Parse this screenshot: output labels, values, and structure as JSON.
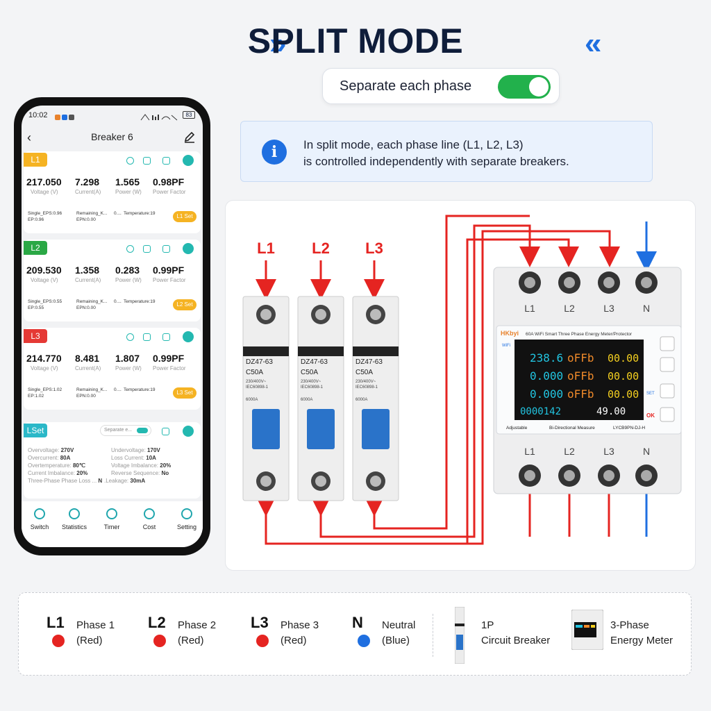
{
  "header": {
    "title": "SPLIT MODE",
    "toggle_label": "Separate each phase",
    "toggle_on": true
  },
  "info": {
    "line1": "In split mode, each phase line (L1, L2, L3)",
    "line2": "is controlled independently with separate breakers.",
    "icon": "info-icon"
  },
  "phone": {
    "status_time": "10:02",
    "battery": "83",
    "title": "Breaker 6",
    "cards": [
      {
        "tag": "L1",
        "tag_color": "#f5b323",
        "voltage": "217.050",
        "current": "7.298",
        "power": "1.565",
        "pf": "0.98PF",
        "u_v": "Voltage (V)",
        "u_c": "Current(A)",
        "u_p": "Power (W)",
        "u_pf": "Power Factor",
        "eps": "Single_EPS:0.96",
        "ep": "EP:0.96",
        "rem": "Remaining_K...",
        "epn": "EPN:0.00",
        "dots": "0....",
        "temp": "Temperature:19",
        "set": "L1 Set"
      },
      {
        "tag": "L2",
        "tag_color": "#2aa845",
        "voltage": "209.530",
        "current": "1.358",
        "power": "0.283",
        "pf": "0.99PF",
        "u_v": "Voltage (V)",
        "u_c": "Current(A)",
        "u_p": "Power (W)",
        "u_pf": "Power Factor",
        "eps": "Single_EPS:0.55",
        "ep": "EP:0.55",
        "rem": "Remaining_K...",
        "epn": "EPN:0.00",
        "dots": "0....",
        "temp": "Temperature:19",
        "set": "L2 Set"
      },
      {
        "tag": "L3",
        "tag_color": "#e53935",
        "voltage": "214.770",
        "current": "8.481",
        "power": "1.807",
        "pf": "0.99PF",
        "u_v": "Voltage (V)",
        "u_c": "Current(A)",
        "u_p": "Power (W)",
        "u_pf": "Power Factor",
        "eps": "Single_EPS:1.02",
        "ep": "EP:1.02",
        "rem": "Remaining_K...",
        "epn": "EPN:0.00",
        "dots": "0....",
        "temp": "Temperature:19",
        "set": "L3 Set"
      }
    ],
    "lset": {
      "tag": "LSet",
      "separate_label": "Separate e...",
      "left": [
        {
          "k": "Overvoltage:",
          "v": "270V"
        },
        {
          "k": "Overcurrent:",
          "v": "80A"
        },
        {
          "k": "Overtemperature:",
          "v": "80℃"
        },
        {
          "k": "Current Imbalance:",
          "v": "20%"
        },
        {
          "k": "Three-Phase Phase Loss ...",
          "v": "N"
        }
      ],
      "right": [
        {
          "k": "Undervoltage:",
          "v": "170V"
        },
        {
          "k": "Loss Current:",
          "v": "10A"
        },
        {
          "k": "Voltage Imbalance:",
          "v": "20%"
        },
        {
          "k": "Reverse Sequence:",
          "v": "No"
        },
        {
          "k": ".Leakage:",
          "v": "30mA"
        }
      ]
    },
    "tabs": [
      "Switch",
      "Statistics",
      "Timer",
      "Cost",
      "Setting"
    ]
  },
  "diagram": {
    "inputs": [
      "L1",
      "L2",
      "L3"
    ],
    "breaker_model": "DZ47-63",
    "breaker_rating": "C50A",
    "breaker_spec": "230/400V~",
    "breaker_std": "IEC60898-1",
    "breaker_cap": "6000A",
    "meter_brand": "HKbyi",
    "meter_desc": "60A WiFi Smart Three Phase Energy Meter/Protector",
    "meter_top_labels": [
      "L1",
      "L2",
      "L3",
      "N"
    ],
    "meter_bottom_labels": [
      "L1",
      "L2",
      "L3",
      "N"
    ],
    "meter_readout": [
      "238.6",
      "0.000",
      "0.000"
    ],
    "meter_status": "oFFb",
    "meter_kw": [
      "00.00",
      "00.00",
      "00.00"
    ],
    "meter_kwh": "0000142",
    "meter_hz": "49.00",
    "meter_footer": [
      "Adjustable",
      "Bi-Directional Measure",
      "LYCB9PN-DJ-H"
    ],
    "meter_side": [
      "WiFi",
      "OK",
      "SET"
    ]
  },
  "legend": [
    {
      "key": "L1",
      "t1": "Phase 1",
      "t2": "(Red)",
      "color": "#e52421"
    },
    {
      "key": "L2",
      "t1": "Phase 2",
      "t2": "(Red)",
      "color": "#e52421"
    },
    {
      "key": "L3",
      "t1": "Phase 3",
      "t2": "(Red)",
      "color": "#e52421"
    },
    {
      "key": "N",
      "t1": "Neutral",
      "t2": "(Blue)",
      "color": "#1f6fe0"
    },
    {
      "key": "",
      "t1": "1P",
      "t2": "Circuit Breaker",
      "color": ""
    },
    {
      "key": "",
      "t1": "3-Phase",
      "t2": "Energy Meter",
      "color": ""
    }
  ]
}
